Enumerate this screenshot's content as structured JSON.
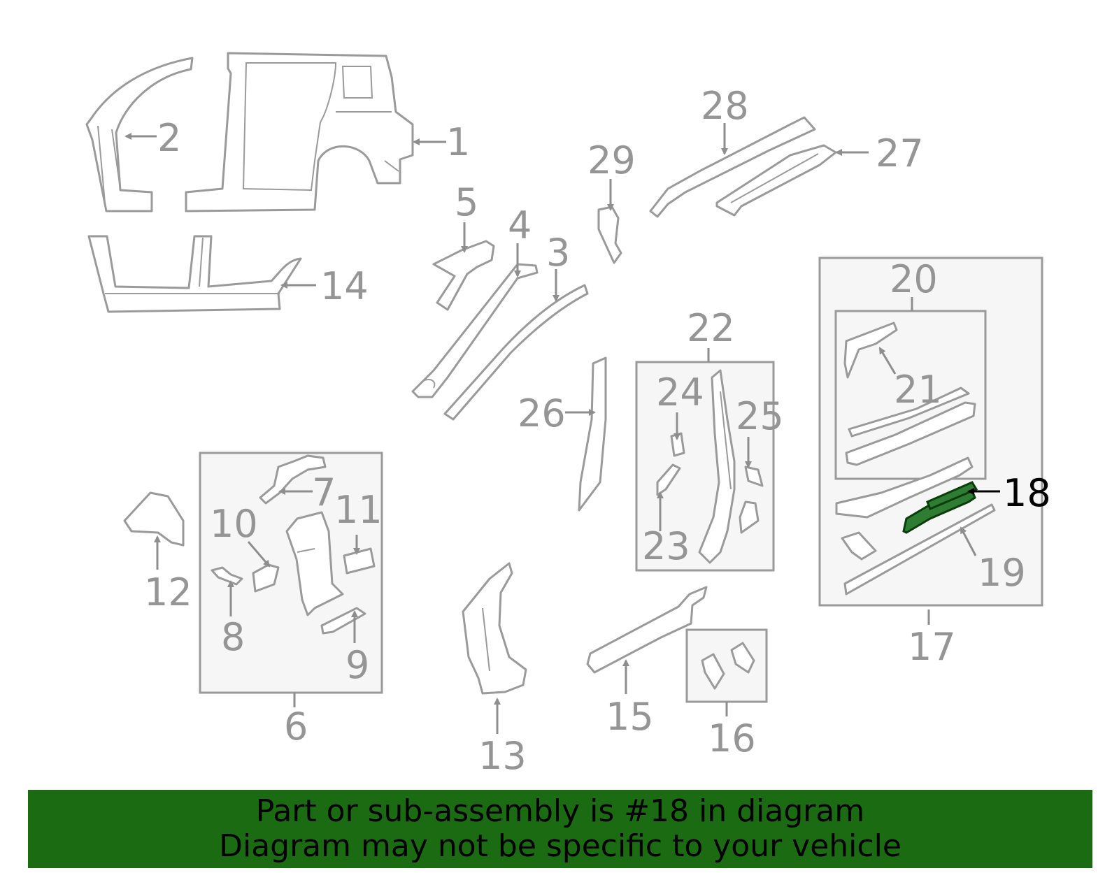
{
  "callouts": [
    {
      "id": "1",
      "text": "1"
    },
    {
      "id": "2",
      "text": "2"
    },
    {
      "id": "3",
      "text": "3"
    },
    {
      "id": "4",
      "text": "4"
    },
    {
      "id": "5",
      "text": "5"
    },
    {
      "id": "6",
      "text": "6"
    },
    {
      "id": "7",
      "text": "7"
    },
    {
      "id": "8",
      "text": "8"
    },
    {
      "id": "9",
      "text": "9"
    },
    {
      "id": "10",
      "text": "10"
    },
    {
      "id": "11",
      "text": "11"
    },
    {
      "id": "12",
      "text": "12"
    },
    {
      "id": "13",
      "text": "13"
    },
    {
      "id": "14",
      "text": "14"
    },
    {
      "id": "15",
      "text": "15"
    },
    {
      "id": "16",
      "text": "16"
    },
    {
      "id": "17",
      "text": "17"
    },
    {
      "id": "18",
      "text": "18"
    },
    {
      "id": "19",
      "text": "19"
    },
    {
      "id": "20",
      "text": "20"
    },
    {
      "id": "21",
      "text": "21"
    },
    {
      "id": "22",
      "text": "22"
    },
    {
      "id": "23",
      "text": "23"
    },
    {
      "id": "24",
      "text": "24"
    },
    {
      "id": "25",
      "text": "25"
    },
    {
      "id": "26",
      "text": "26"
    },
    {
      "id": "27",
      "text": "27"
    },
    {
      "id": "28",
      "text": "28"
    },
    {
      "id": "29",
      "text": "29"
    }
  ],
  "highlighted_part": "18",
  "colors": {
    "highlight_fill": "#2e7d32",
    "banner_bg": "#1b6b12",
    "line_gray": "#9a9a9a",
    "box_fill": "#f6f6f6"
  },
  "banner": {
    "line1": "Part or sub-assembly is #18 in diagram",
    "line2": "Diagram may not be specific to your vehicle"
  }
}
